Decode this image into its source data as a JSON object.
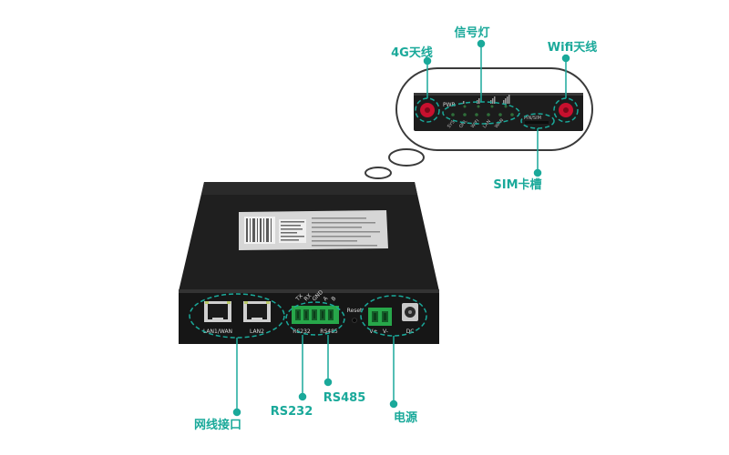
{
  "colors": {
    "accent": "#1aa99a",
    "device": "#222222",
    "terminal": "#27a74a",
    "antenna": "#c8102e"
  },
  "callouts": {
    "antenna_4g": "4G天线",
    "signal_led": "信号灯",
    "wifi_antenna": "Wifi天线",
    "sim_slot": "SIM卡槽",
    "ethernet": "网线接口",
    "rs232": "RS232",
    "rs485": "RS485",
    "power": "电源"
  },
  "panel_labels": {
    "lan1": "LAN1/WAN",
    "lan2": "LAN2",
    "rs232": "RS232",
    "rs485": "RS485",
    "tx": "TX",
    "rx": "RX",
    "gnd": "GND",
    "a": "A",
    "b": "B",
    "reset": "Reset",
    "vplus": "V+",
    "vminus": "V-",
    "dc": "DC"
  },
  "front_panel": {
    "pwr": "PWR",
    "sys": "SYS",
    "onl": "ONL",
    "wifi": "WIFI",
    "lan": "LAN",
    "wan": "WAN",
    "sim": "PIN/SIM"
  }
}
